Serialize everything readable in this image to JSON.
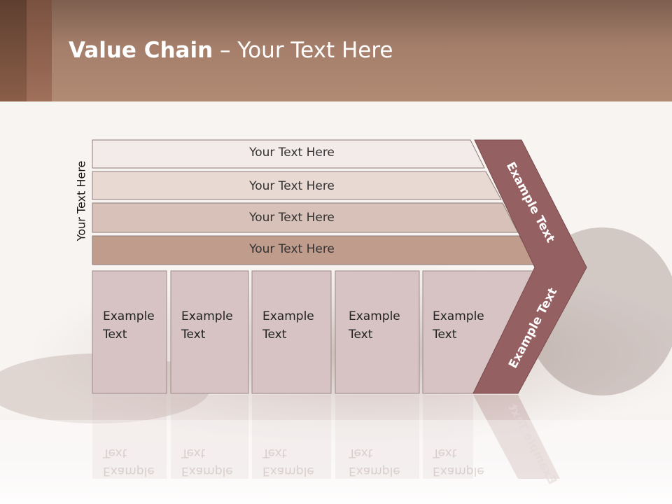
{
  "header": {
    "title_bold": "Value Chain",
    "title_sep": " – ",
    "title_rest": "Your Text Here"
  },
  "side_label": "Your Text Here",
  "bars": [
    {
      "label": "Your Text Here",
      "color": "#f3ebe9"
    },
    {
      "label": "Your Text Here",
      "color": "#e8d9d3"
    },
    {
      "label": "Your Text Here",
      "color": "#d8c1b8"
    },
    {
      "label": "Your Text Here",
      "color": "#bf9c8c"
    }
  ],
  "cells": [
    {
      "line1": "Example",
      "line2": "Text"
    },
    {
      "line1": "Example",
      "line2": "Text"
    },
    {
      "line1": "Example",
      "line2": "Text"
    },
    {
      "line1": "Example",
      "line2": "Text"
    },
    {
      "line1": "Example",
      "line2": "Text"
    }
  ],
  "arrow": {
    "upper_label": "Example Text",
    "lower_label": "Example Text",
    "color": "#956061"
  },
  "colors": {
    "cell_fill": "#d7c3c4",
    "cell_stroke": "#9e8a8a"
  }
}
